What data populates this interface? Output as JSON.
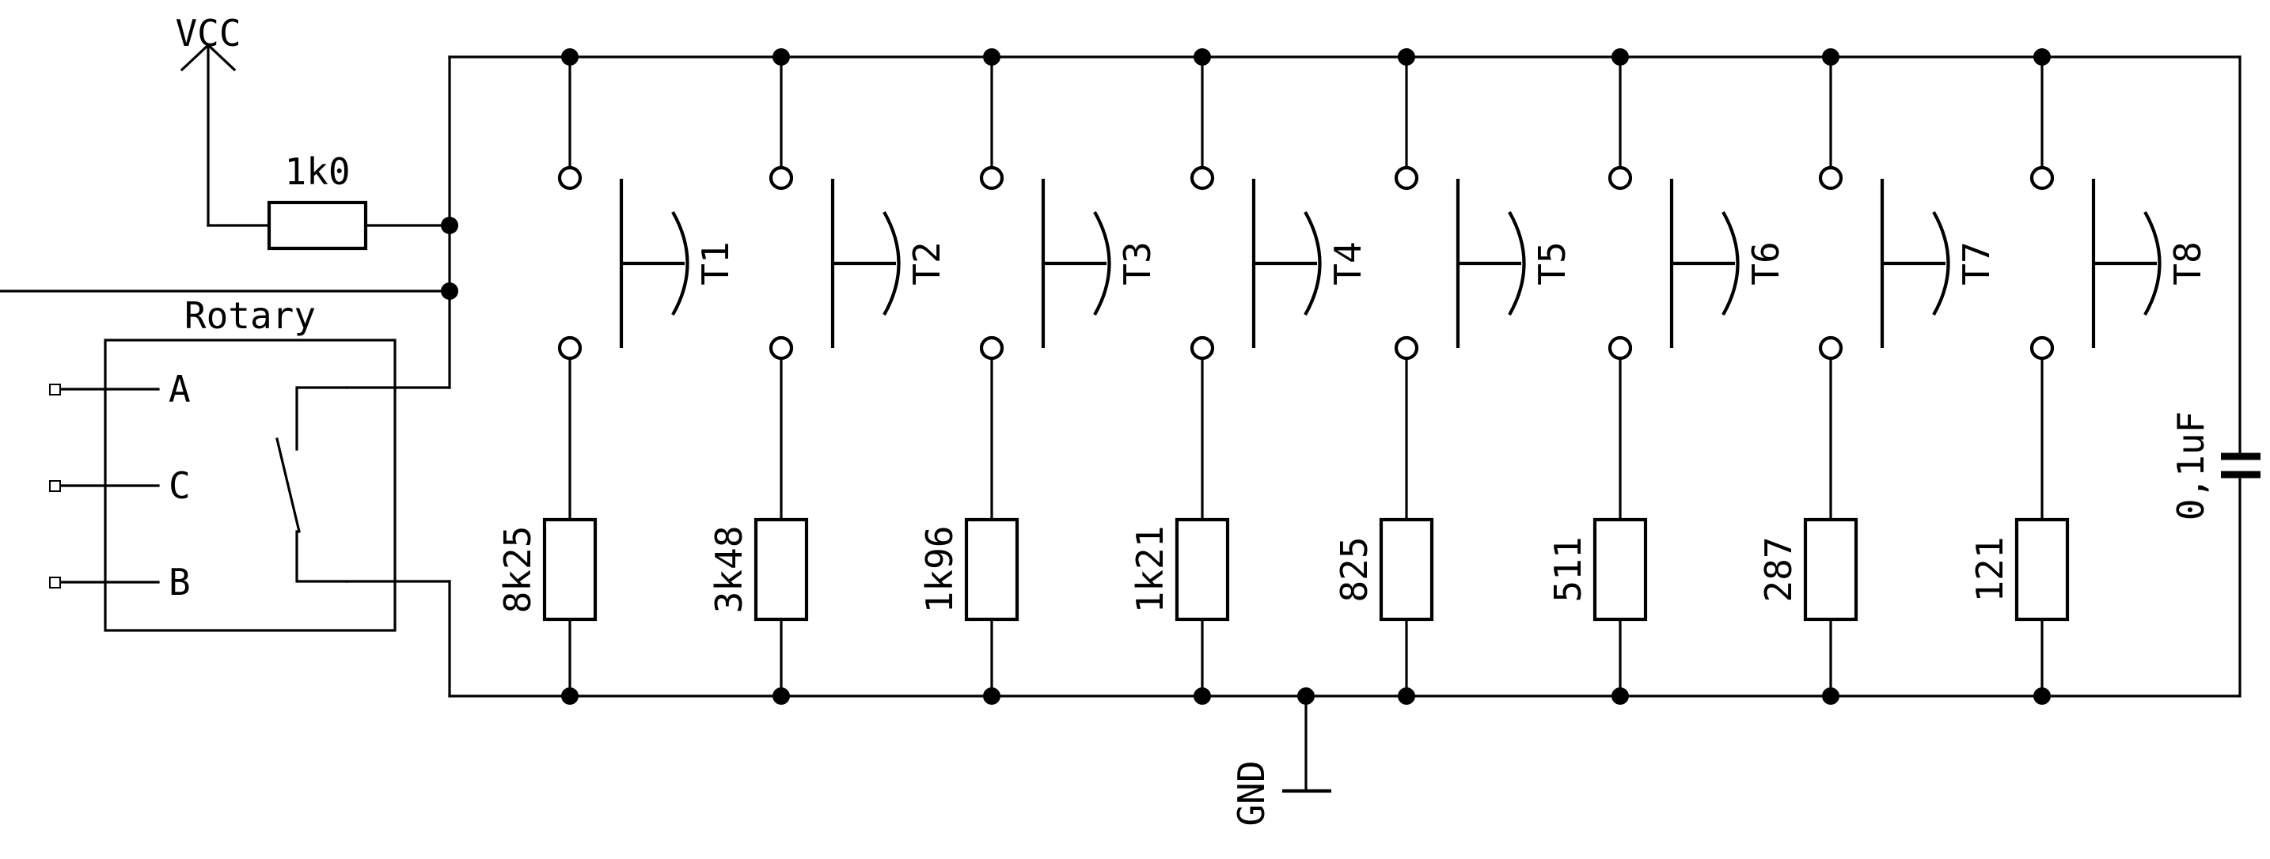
{
  "supply": {
    "label": "VCC"
  },
  "ground": {
    "label": "GND"
  },
  "pullup_resistor": {
    "label": "1k0"
  },
  "rotary": {
    "label": "Rotary",
    "pins": [
      "A",
      "C",
      "B"
    ]
  },
  "capacitor": {
    "label": "0,1uF"
  },
  "branches": [
    {
      "switch": "T1",
      "resistor": "8k25"
    },
    {
      "switch": "T2",
      "resistor": "3k48"
    },
    {
      "switch": "T3",
      "resistor": "1k96"
    },
    {
      "switch": "T4",
      "resistor": "1k21"
    },
    {
      "switch": "T5",
      "resistor": "825"
    },
    {
      "switch": "T6",
      "resistor": "511"
    },
    {
      "switch": "T7",
      "resistor": "287"
    },
    {
      "switch": "T8",
      "resistor": "121"
    }
  ]
}
